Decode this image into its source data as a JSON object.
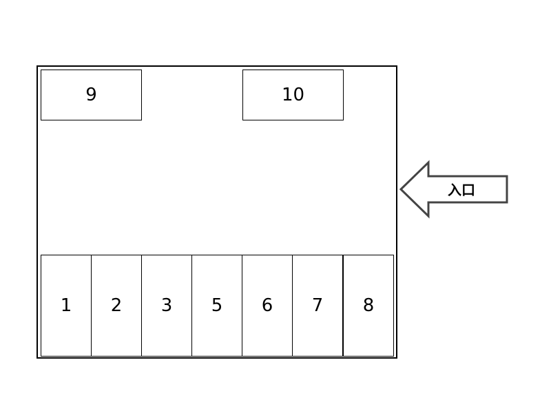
{
  "diagram": {
    "top_spaces": [
      "9",
      "10"
    ],
    "bottom_spaces": [
      "1",
      "2",
      "3",
      "5",
      "6",
      "7",
      "8"
    ],
    "entrance_label": "入口"
  }
}
